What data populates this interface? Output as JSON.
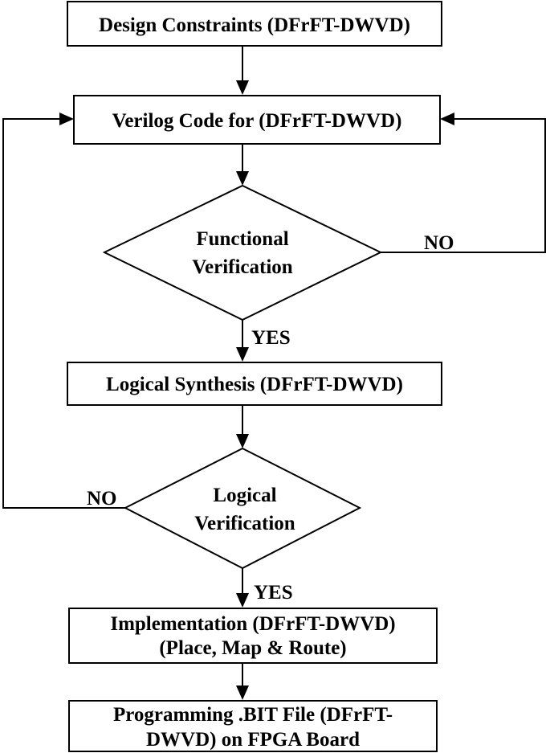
{
  "nodes": {
    "design_constraints": {
      "line1": "Design Constraints (DFrFT-DWVD)"
    },
    "verilog_code": {
      "line1": "Verilog Code for (DFrFT-DWVD)"
    },
    "functional_verification": {
      "line1": "Functional",
      "line2": "Verification"
    },
    "logical_synthesis": {
      "line1": "Logical Synthesis (DFrFT-DWVD)"
    },
    "logical_verification": {
      "line1": "Logical",
      "line2": "Verification"
    },
    "implementation": {
      "line1": "Implementation (DFrFT-DWVD)",
      "line2": "(Place, Map & Route)"
    },
    "programming": {
      "line1": "Programming .BIT File (DFrFT-",
      "line2": "DWVD) on FPGA Board"
    }
  },
  "edge_labels": {
    "functional_no": "NO",
    "functional_yes": "YES",
    "logical_no": "NO",
    "logical_yes": "YES"
  }
}
